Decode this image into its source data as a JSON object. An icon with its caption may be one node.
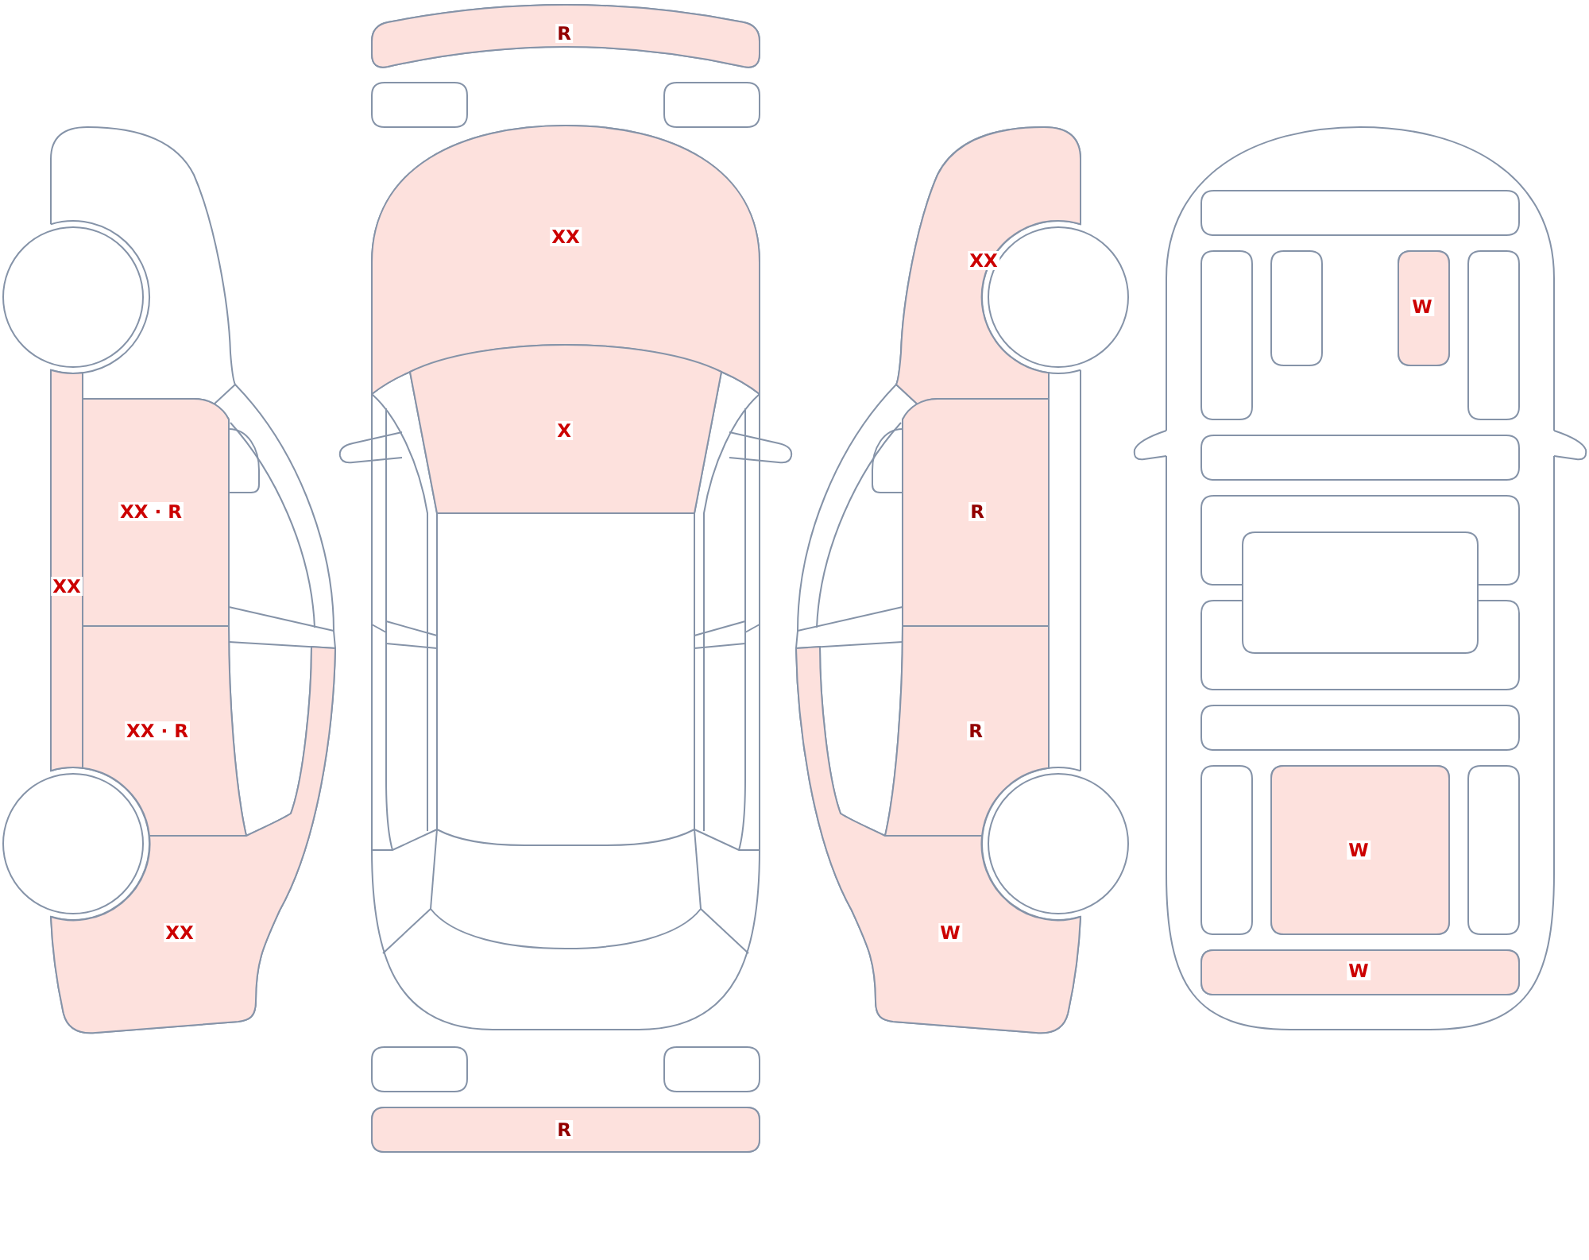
{
  "diagram": {
    "nodes": [
      {
        "text": [
          "XX · R"
        ]
      },
      {
        "text": [
          "XX"
        ]
      },
      {
        "text": [
          "XX · R"
        ]
      },
      {
        "text": [
          "XX"
        ]
      },
      {
        "text": [
          "R"
        ]
      },
      {
        "text": [
          "XX"
        ]
      },
      {
        "text": [
          "X"
        ]
      },
      {
        "text": [
          "R"
        ]
      },
      {
        "text": [
          "XX"
        ]
      },
      {
        "text": [
          "R"
        ]
      },
      {
        "text": [
          "R"
        ]
      },
      {
        "text": [
          "W"
        ]
      },
      {
        "text": [
          "W"
        ]
      },
      {
        "text": [
          "W"
        ]
      },
      {
        "text": [
          "W"
        ]
      }
    ]
  }
}
